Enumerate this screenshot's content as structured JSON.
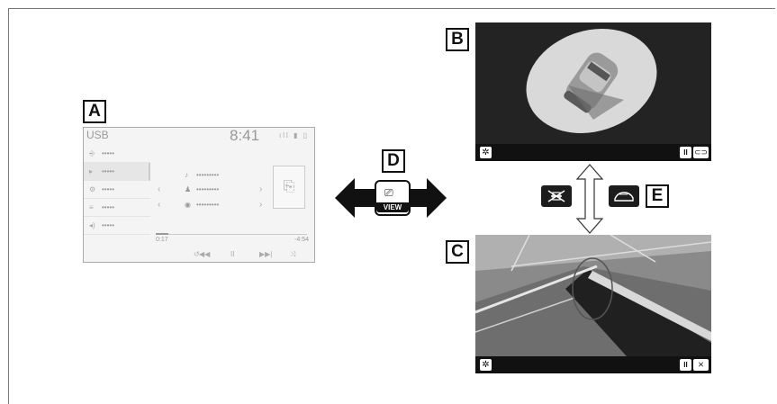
{
  "labels": {
    "a": "A",
    "b": "B",
    "c": "C",
    "d": "D",
    "e": "E"
  },
  "screen_a": {
    "source": "USB",
    "time": "8:41",
    "status": "ıll ▮ ▯",
    "sidebar": [
      {
        "icon": "⎆",
        "label": "•••••"
      },
      {
        "icon": "▸",
        "label": "•••••"
      },
      {
        "icon": "⚙",
        "label": "•••••"
      },
      {
        "icon": "≡",
        "label": "•••••"
      },
      {
        "icon": "◂)",
        "label": "•••••"
      }
    ],
    "track": {
      "song": "•••••••••",
      "artist": "•••••••••",
      "album": "•••••••••"
    },
    "elapsed": "0:17",
    "remaining": "-4:54",
    "controls": [
      "↺",
      "◀◀",
      "II",
      "▶▶|",
      "⤨"
    ]
  },
  "view_button": {
    "text": "VIEW"
  },
  "colors": {
    "screen_bg": "#232323",
    "ellipse": "#d9d9d9",
    "road": "#7a7a7a"
  }
}
